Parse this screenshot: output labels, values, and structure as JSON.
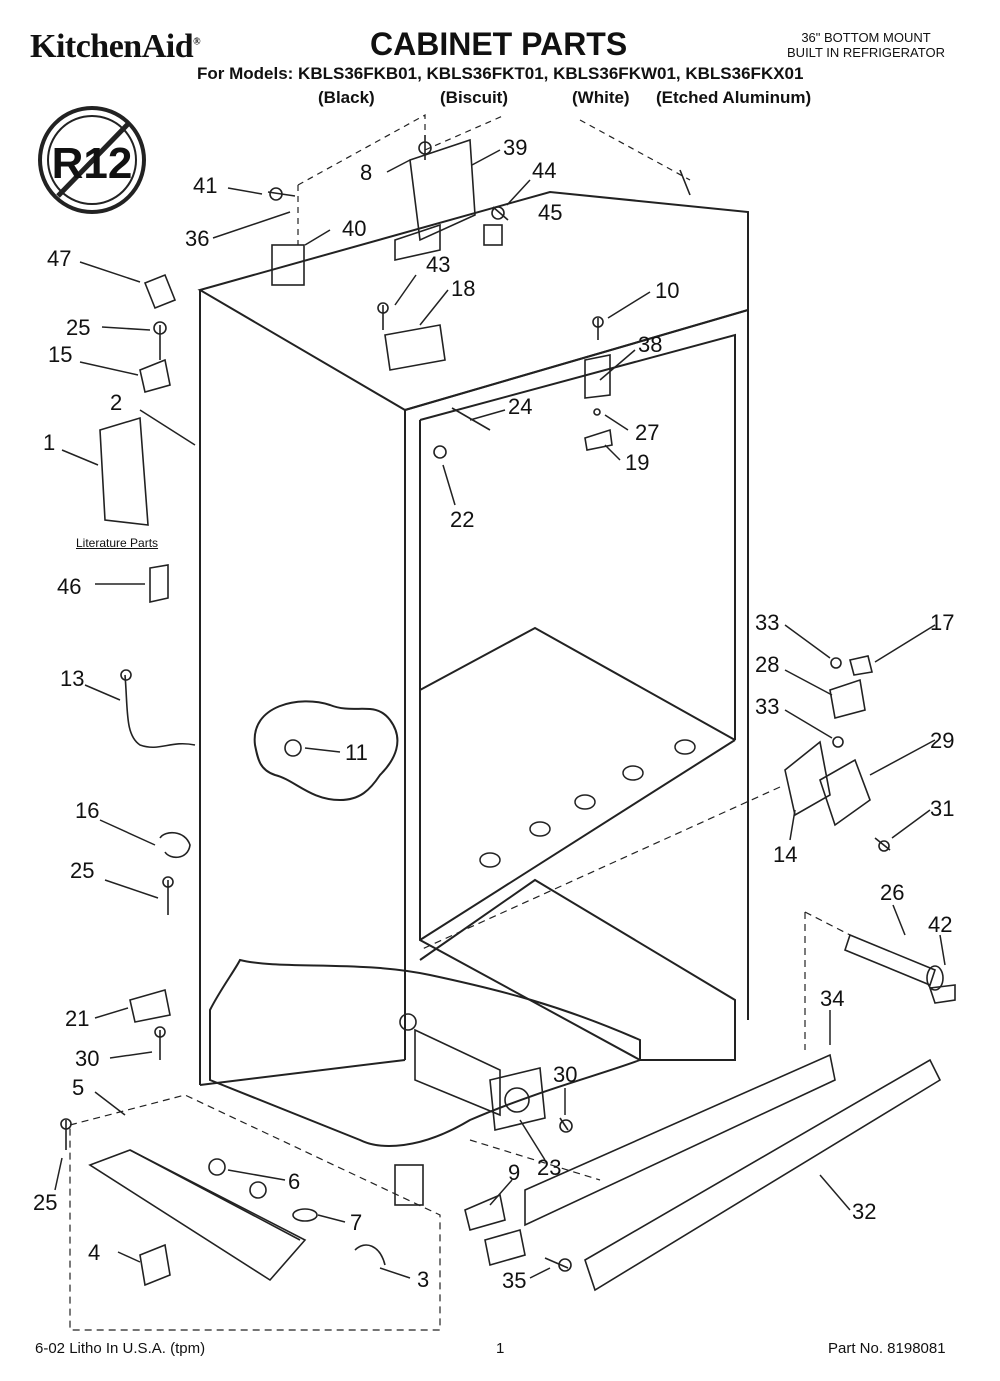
{
  "header": {
    "brand": "KitchenAid",
    "title": "CABINET PARTS",
    "subtitle_line1": "36\" BOTTOM MOUNT",
    "subtitle_line2": "BUILT IN REFRIGERATOR",
    "models": "For Models: KBLS36FKB01, KBLS36FKT01, KBLS36FKW01, KBLS36FKX01",
    "variants": [
      "(Black)",
      "(Biscuit)",
      "(White)",
      "(Etched Aluminum)"
    ]
  },
  "badge": {
    "text": "R12"
  },
  "literature_label": "Literature Parts",
  "callouts": [
    "41",
    "8",
    "39",
    "44",
    "45",
    "36",
    "40",
    "47",
    "43",
    "18",
    "10",
    "38",
    "25",
    "15",
    "2",
    "24",
    "27",
    "19",
    "1",
    "22",
    "46",
    "33",
    "17",
    "28",
    "13",
    "33",
    "29",
    "11",
    "31",
    "14",
    "16",
    "25",
    "26",
    "42",
    "21",
    "34",
    "30",
    "30",
    "5",
    "6",
    "25",
    "7",
    "23",
    "9",
    "32",
    "4",
    "3",
    "35"
  ],
  "footer": {
    "left": "6-02 Litho In U.S.A. (tpm)",
    "center": "1",
    "right": "Part No. 8198081"
  }
}
